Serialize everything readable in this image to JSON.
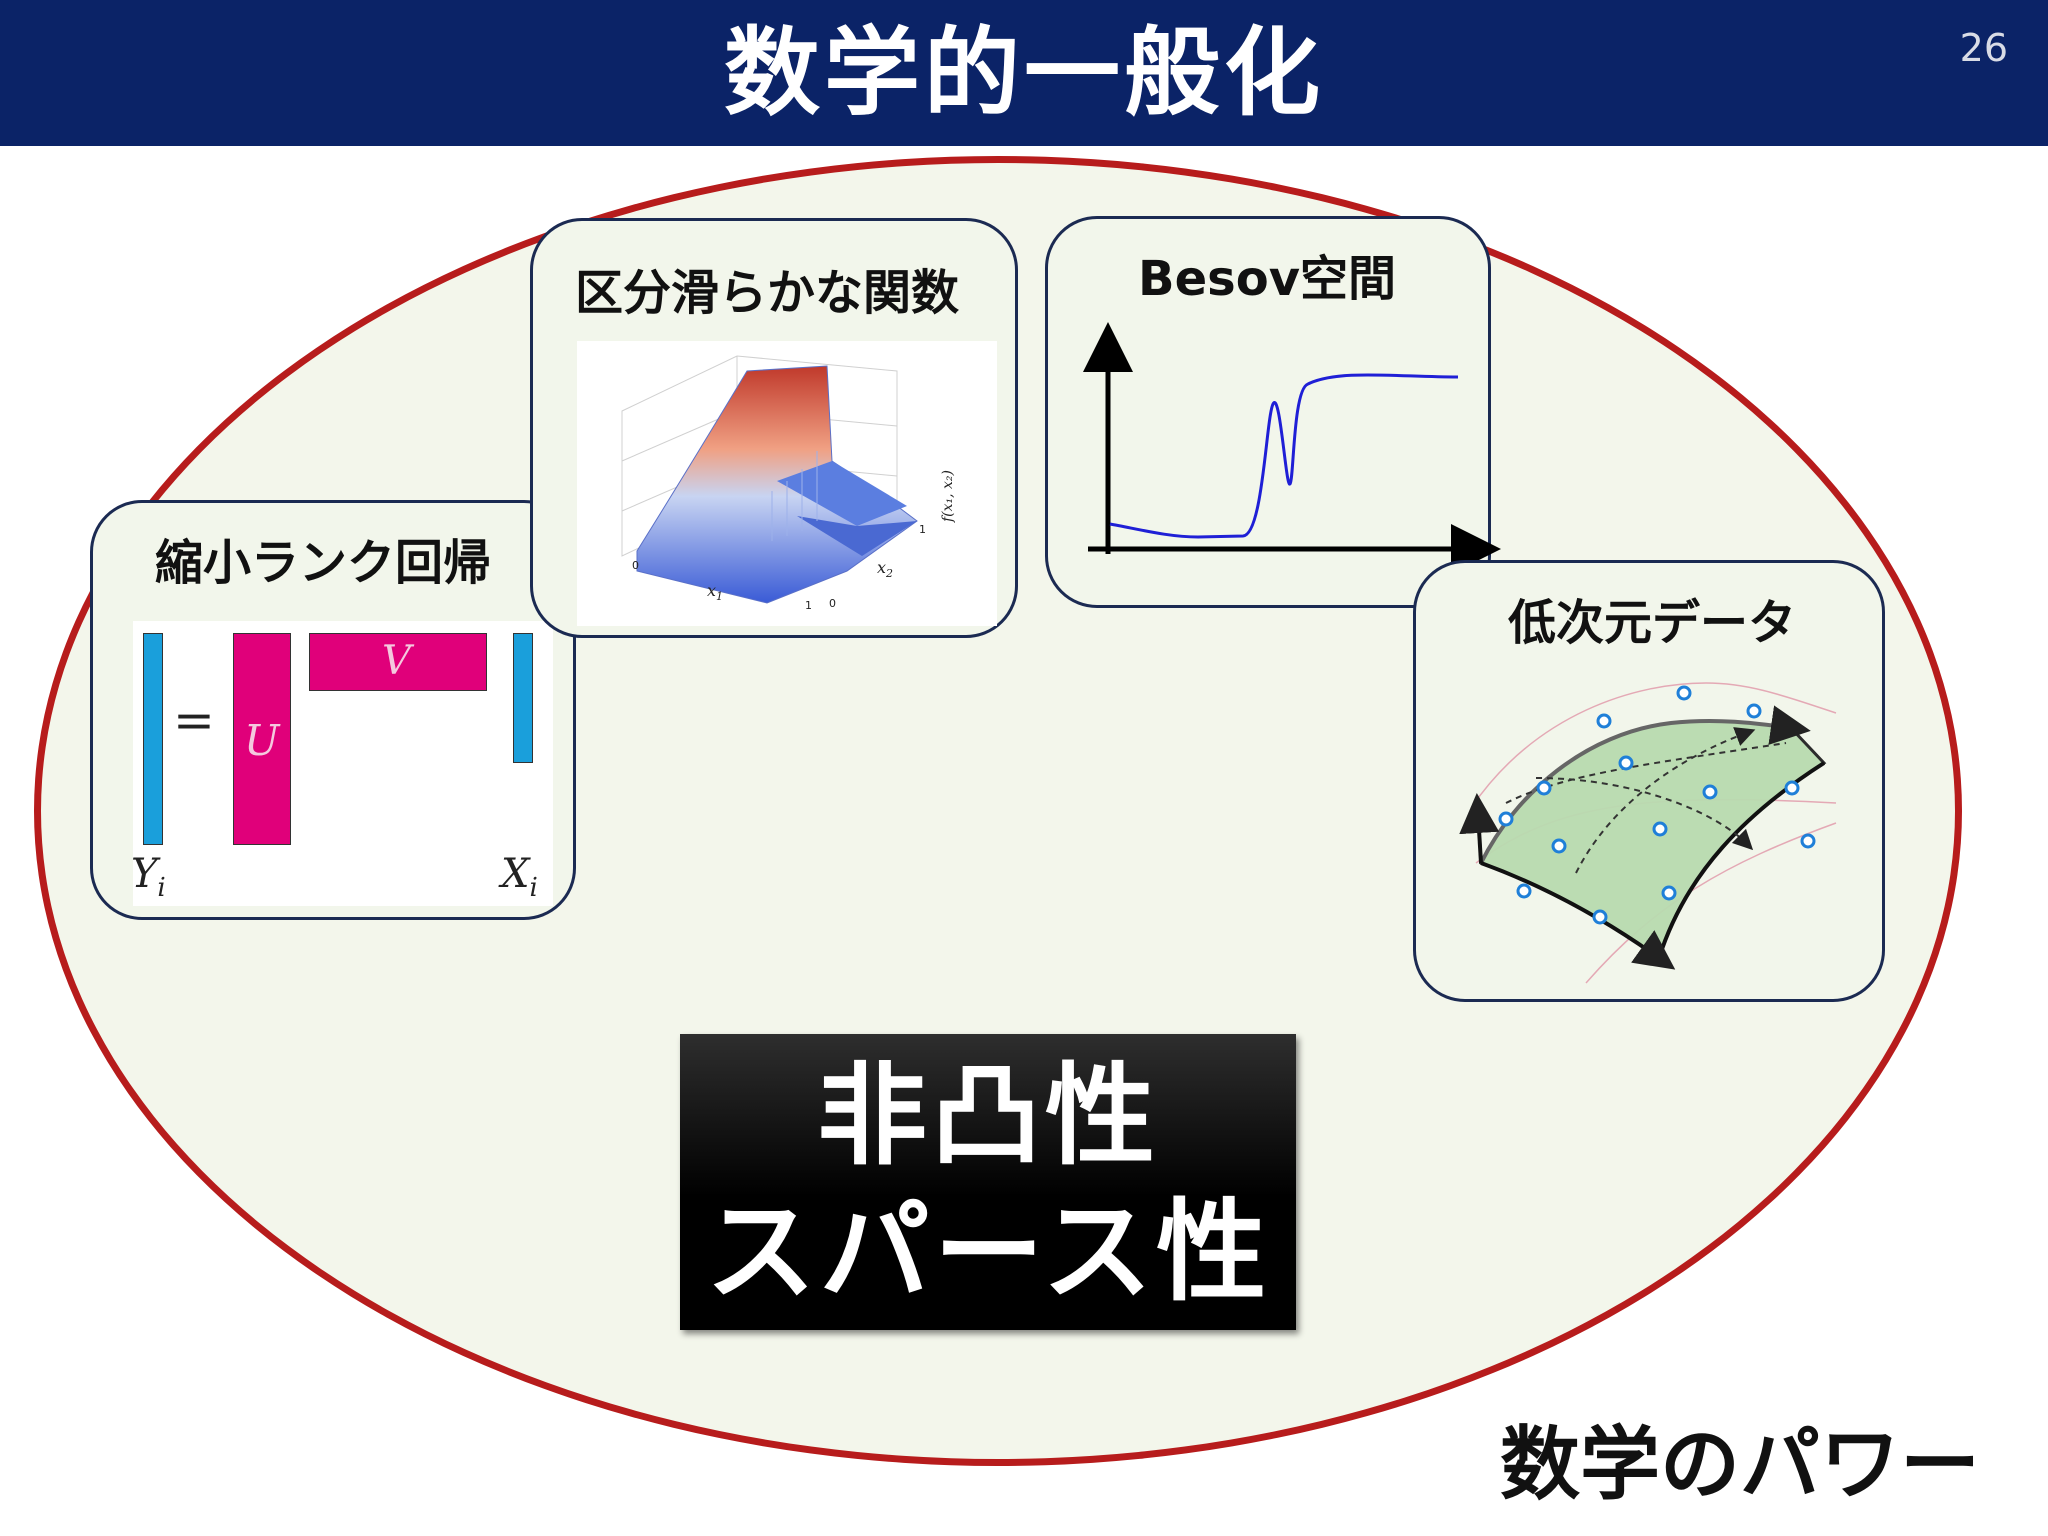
{
  "slide": {
    "title": "数学的一般化",
    "page_number": "26"
  },
  "panels": {
    "reduced_rank": {
      "label": "縮小ランク回帰",
      "matrix_labels": {
        "u": "U",
        "v": "V",
        "y": "Y",
        "y_sub": "i",
        "x": "X",
        "x_sub": "i",
        "equals": "="
      }
    },
    "piecewise": {
      "label": "区分滑らかな関数",
      "axis_labels": {
        "x1": "x",
        "x1_sub": "1",
        "x2": "x",
        "x2_sub": "2",
        "z": "f(x₁, x₂)"
      },
      "ticks": {
        "x1_start": "0",
        "x1_end": "1",
        "x2_start": "0",
        "x2_end": "1"
      }
    },
    "besov": {
      "label": "Besov空間"
    },
    "low_dim": {
      "label": "低次元データ"
    }
  },
  "center": {
    "line1": "非凸性",
    "line2": "スパース性"
  },
  "footer": {
    "label": "数学のパワー"
  },
  "colors": {
    "header": "#0b2367",
    "ellipse_border": "#b71c1c",
    "matrix_pink": "#e0007a",
    "vector_blue": "#1a9fdb"
  }
}
